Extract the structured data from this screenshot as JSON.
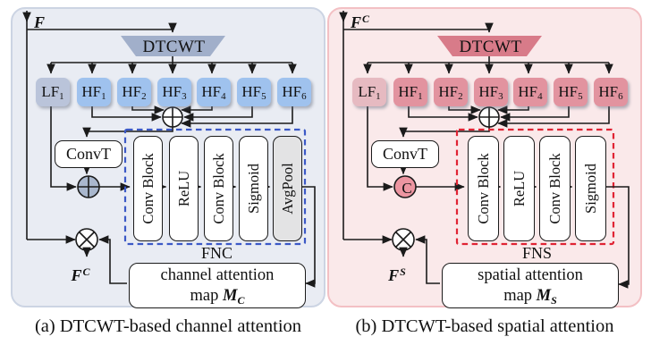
{
  "figure": {
    "type": "architecture-diagram",
    "captions": {
      "a": "(a) DTCWT-based channel attention",
      "b": "(b) DTCWT-based spatial attention"
    }
  },
  "symbols": {
    "sum-node": "⊕",
    "multiply-node": "⊗",
    "concat-node": "C"
  },
  "panels": [
    {
      "name": "channel-attention",
      "input_label": {
        "base": "F",
        "sup": ""
      },
      "dtcwt_label": "DTCWT",
      "subbands": [
        {
          "base": "LF",
          "sub": "1"
        },
        {
          "base": "HF",
          "sub": "1"
        },
        {
          "base": "HF",
          "sub": "2"
        },
        {
          "base": "HF",
          "sub": "3"
        },
        {
          "base": "HF",
          "sub": "4"
        },
        {
          "base": "HF",
          "sub": "5"
        },
        {
          "base": "HF",
          "sub": "6"
        }
      ],
      "convt_label": "ConvT",
      "combine_node": {
        "type": "sum",
        "label": ""
      },
      "blocks": [
        "Conv Block",
        "ReLU",
        "Conv Block",
        "Sigmoid",
        "AvgPool"
      ],
      "network_label": "FNC",
      "map_line1": "channel attention",
      "map_line2": "map",
      "map_var": {
        "base": "M",
        "sub": "C"
      },
      "output_label": {
        "base": "F",
        "sup": "C"
      },
      "caption": "(a) DTCWT-based channel attention",
      "colors": {
        "bg": "#e9ecf3",
        "bd": "#ccd4e3",
        "trap": "#a1afca",
        "hf": "#9fc2ee",
        "lf": "#bac4da",
        "dash": "#3c59c6",
        "c2fill": "#a9b7cd"
      }
    },
    {
      "name": "spatial-attention",
      "input_label": {
        "base": "F",
        "sup": "C"
      },
      "dtcwt_label": "DTCWT",
      "subbands": [
        {
          "base": "LF",
          "sub": "1"
        },
        {
          "base": "HF",
          "sub": "1"
        },
        {
          "base": "HF",
          "sub": "2"
        },
        {
          "base": "HF",
          "sub": "3"
        },
        {
          "base": "HF",
          "sub": "4"
        },
        {
          "base": "HF",
          "sub": "5"
        },
        {
          "base": "HF",
          "sub": "6"
        }
      ],
      "convt_label": "ConvT",
      "combine_node": {
        "type": "concat",
        "label": "C"
      },
      "blocks": [
        "Conv Block",
        "ReLU",
        "Conv Block",
        "Sigmoid"
      ],
      "network_label": "FNS",
      "map_line1": "spatial attention",
      "map_line2": "map",
      "map_var": {
        "base": "M",
        "sub": "S"
      },
      "output_label": {
        "base": "F",
        "sup": "S"
      },
      "caption": "(b) DTCWT-based spatial attention",
      "colors": {
        "bg": "#fae9ea",
        "bd": "#f3c0c4",
        "trap": "#d87b89",
        "hf": "#e2939f",
        "lf": "#e6bac1",
        "dash": "#e02434",
        "c2fill": "#ec95a1"
      }
    }
  ]
}
